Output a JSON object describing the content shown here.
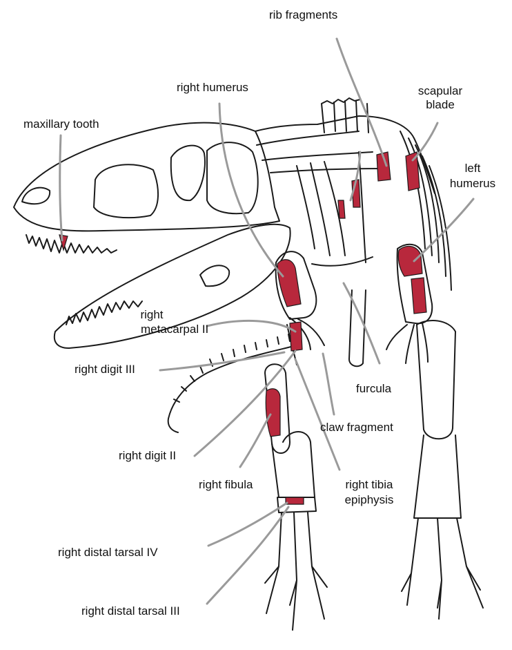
{
  "labels": {
    "rib_fragments": "rib fragments",
    "right_humerus": "right humerus",
    "scapular_blade_1": "scapular",
    "scapular_blade_2": "blade",
    "maxillary_tooth": "maxillary tooth",
    "left_humerus_1": "left",
    "left_humerus_2": "humerus",
    "right_metacarpal_1": "right",
    "right_metacarpal_2": "metacarpal II",
    "right_digit_iii": "right digit III",
    "furcula": "furcula",
    "claw_fragment": "claw fragment",
    "right_digit_ii": "right digit II",
    "right_fibula": "right fibula",
    "right_tibia_1": "right tibia",
    "right_tibia_2": "epiphysis",
    "right_distal_tarsal_iv": "right distal tarsal IV",
    "right_distal_tarsal_iii": "right distal tarsal III"
  },
  "colors": {
    "bone_outline": "#1a1a1a",
    "preserved_bone": "#b8283c",
    "leader_line": "#9a9a9a"
  }
}
